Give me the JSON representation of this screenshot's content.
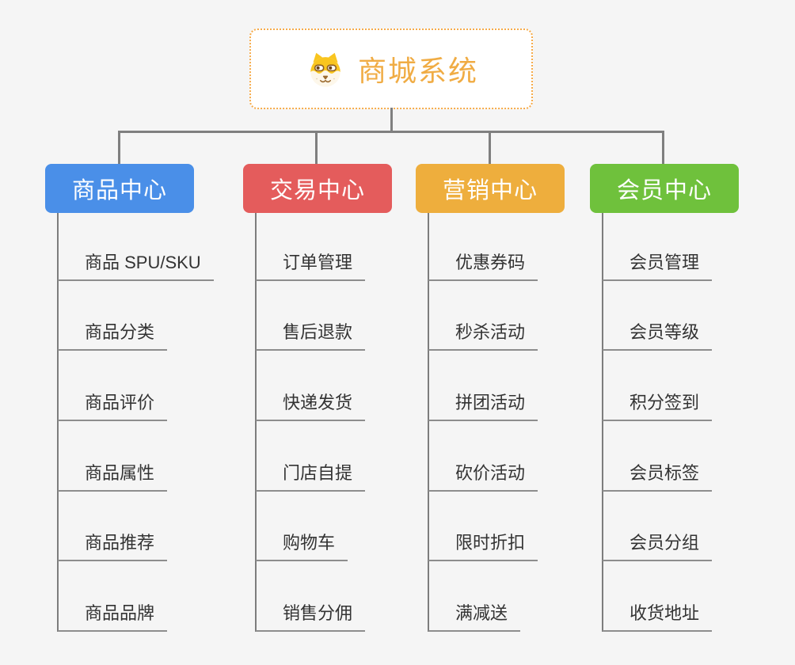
{
  "root": {
    "title": "商城系统",
    "icon": "dog-face-icon"
  },
  "colors": {
    "background": "#f5f5f5",
    "root_border": "#f6ab4a",
    "root_text": "#f0ac44",
    "connector": "#7f7f7f",
    "leaf_text": "#333333",
    "leaf_underline": "#8d8d8d"
  },
  "branches": [
    {
      "label": "商品中心",
      "color": "#4a8fe8",
      "children": [
        "商品 SPU/SKU",
        "商品分类",
        "商品评价",
        "商品属性",
        "商品推荐",
        "商品品牌"
      ]
    },
    {
      "label": "交易中心",
      "color": "#e45c5c",
      "children": [
        "订单管理",
        "售后退款",
        "快递发货",
        "门店自提",
        "购物车",
        "销售分佣"
      ]
    },
    {
      "label": "营销中心",
      "color": "#eeae3d",
      "children": [
        "优惠券码",
        "秒杀活动",
        "拼团活动",
        "砍价活动",
        "限时折扣",
        "满减送"
      ]
    },
    {
      "label": "会员中心",
      "color": "#6fc13c",
      "children": [
        "会员管理",
        "会员等级",
        "积分签到",
        "会员标签",
        "会员分组",
        "收货地址"
      ]
    }
  ]
}
